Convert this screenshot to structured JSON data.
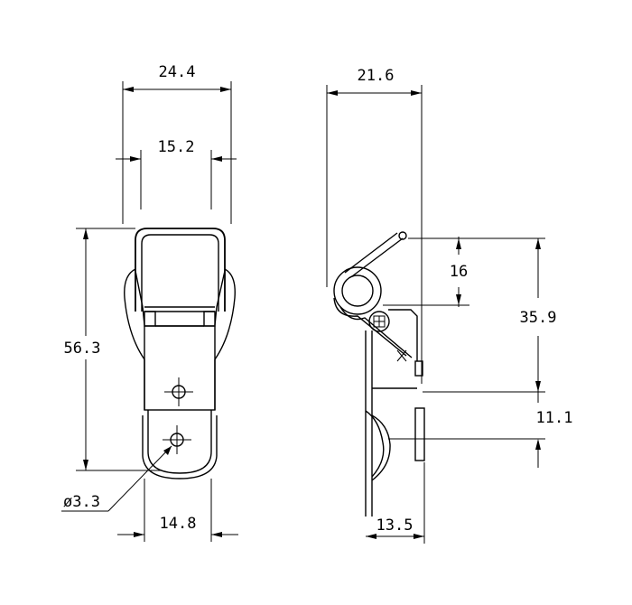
{
  "front_view": {
    "width_overall": "24.4",
    "width_inner": "15.2",
    "height_overall": "56.3",
    "hole_diameter": "ø3.3",
    "base_width": "14.8"
  },
  "side_view": {
    "depth_overall": "21.6",
    "hook_offset": "16",
    "height_upper": "35.9",
    "height_lower": "11.1",
    "base_depth": "13.5"
  }
}
